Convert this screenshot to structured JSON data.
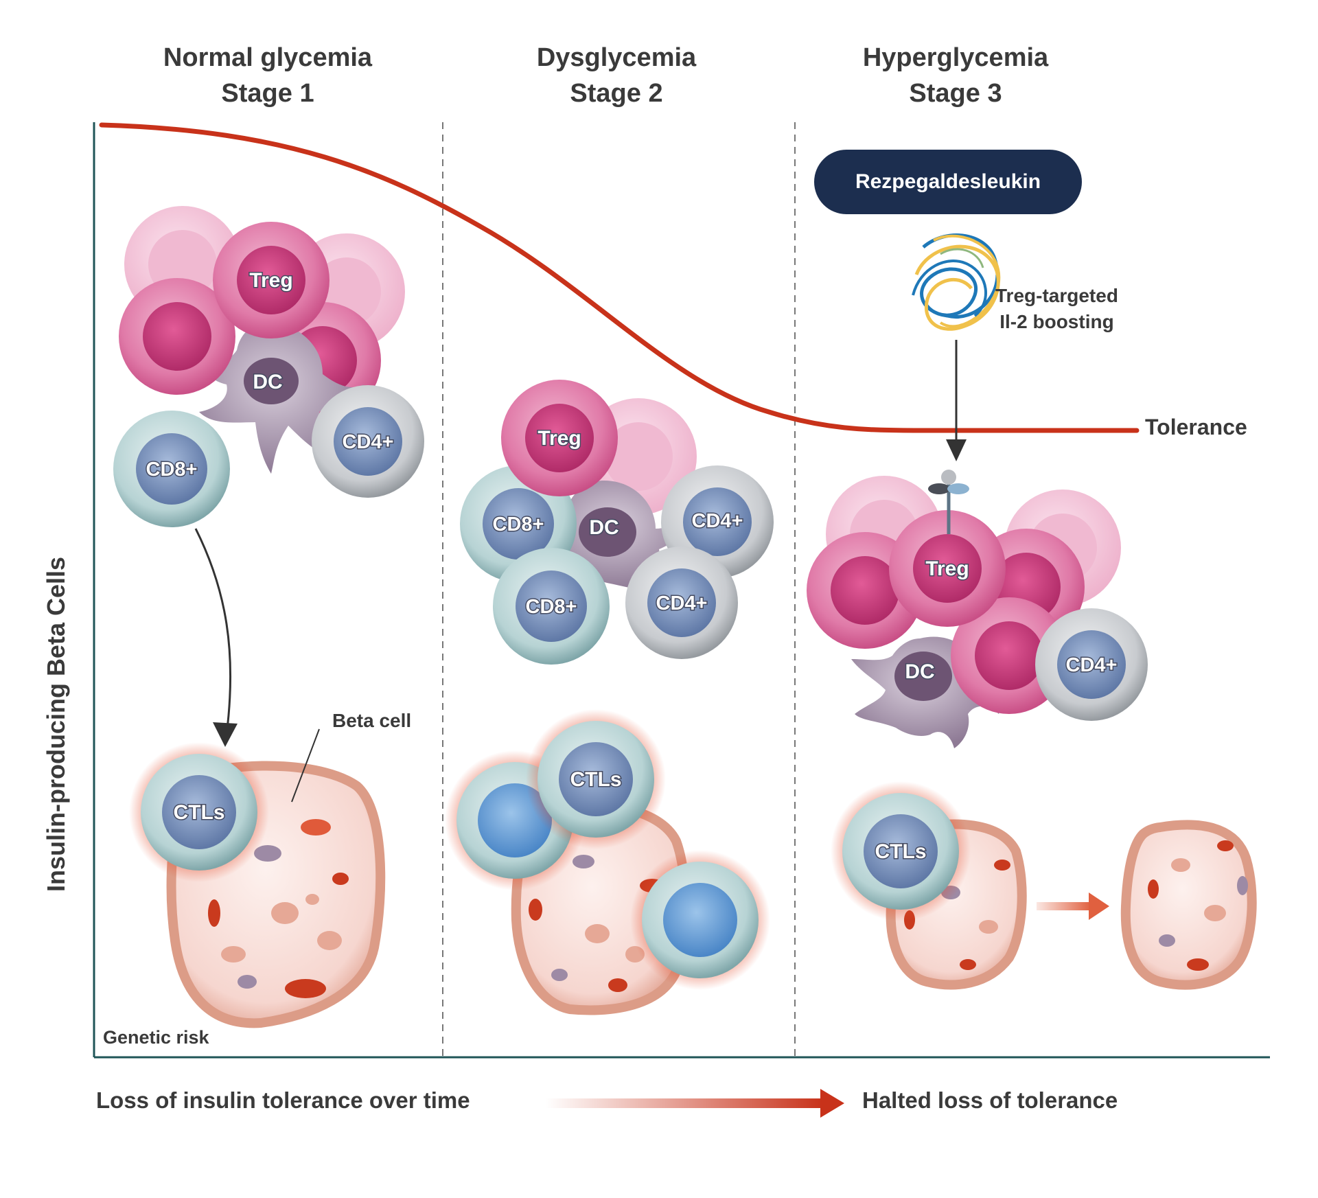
{
  "stages": [
    {
      "name": "Normal glycemia",
      "stage": "Stage 1"
    },
    {
      "name": "Dysglycemia",
      "stage": "Stage 2"
    },
    {
      "name": "Hyperglycemia",
      "stage": "Stage 3"
    }
  ],
  "axis": {
    "y_label": "Insulin-producing Beta Cells"
  },
  "curve": {
    "label": "Tolerance"
  },
  "drug": {
    "name": "Rezpegaldesleukin",
    "mechanism_line1": "Treg-targeted",
    "mechanism_line2": "Il-2 boosting"
  },
  "cells": {
    "treg": "Treg",
    "dc": "DC",
    "cd4": "CD4+",
    "cd8": "CD8+",
    "ctls": "CTLs"
  },
  "annotations": {
    "beta_cell": "Beta cell",
    "genetic_risk": "Genetic risk"
  },
  "bottom": {
    "left": "Loss of insulin tolerance over time",
    "right": "Halted loss of tolerance"
  },
  "colors": {
    "curve": "#c8321a",
    "axis": "#1f5457",
    "pill": "#1c2e4f",
    "treg": "#d8679b",
    "cd8": "#b6d3d5",
    "cd4": "#c5c8cc",
    "dc": "#9f8ca4"
  }
}
